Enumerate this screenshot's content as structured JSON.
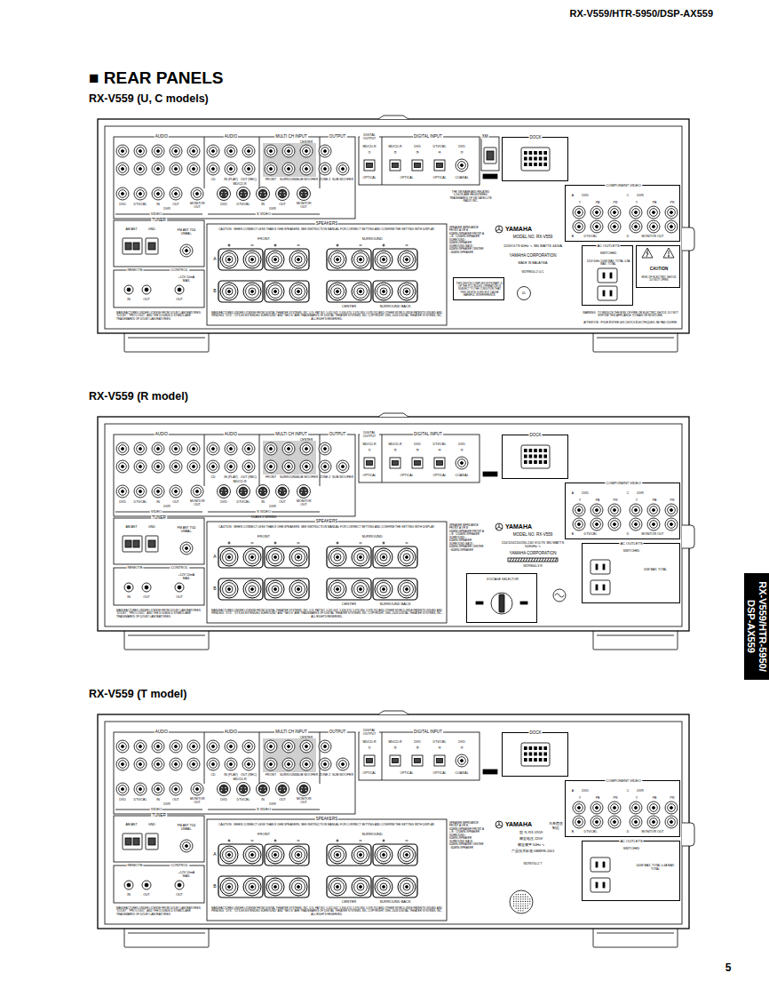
{
  "diagram": {
    "title": "■ REAR PANELS",
    "nodes": [
      {
        "text": [
          "RX-V559 (U, C models)"
        ]
      },
      {
        "text": [
          "DOCK"
        ],
        "in": 0
      },
      {
        "text": [
          "COMPONENT VIDEO",
          "A",
          "DVD",
          "C",
          "DVR",
          "Y",
          "PB",
          "PR",
          "Y",
          "PB",
          "PR",
          "B",
          "DTV/CBL",
          "D",
          "MONITOR OUT"
        ],
        "in": 0
      },
      {
        "text": [
          "AC OUTLETS",
          "SWITCHED",
          "120V 60Hz 100W MAX. TOTAL 0.8A MAX. TOTAL"
        ],
        "in": 0
      },
      {
        "text": [
          "CAUTION",
          "RISK OF ELECTRIC SHOCK DO NOT OPEN"
        ],
        "in": 0
      },
      {
        "text": [
          "THIS DEVICE COMPLIES WITH PART 15 OF THE FCC RULES. OPERATION IS SUBJECT TO THE CONDITION THAT THIS DEVICE DOES NOT CAUSE HARMFUL INTERFERENCE."
        ],
        "in": 0
      },
      {
        "text": [
          "RX-V559 (R model)"
        ]
      },
      {
        "text": [
          "DOCK"
        ],
        "in": 6
      },
      {
        "text": [
          "COMPONENT VIDEO",
          "A",
          "DVD",
          "C",
          "DVR",
          "Y",
          "PB",
          "PR",
          "Y",
          "PB",
          "PR",
          "B",
          "DTV/CBL",
          "D",
          "MONITOR OUT"
        ],
        "in": 6
      },
      {
        "text": [
          "AC OUTLETS",
          "SWITCHED",
          "50W MAX. TOTAL"
        ],
        "in": 6
      },
      {
        "text": [
          "VOLTAGE SELECTOR"
        ],
        "in": 6
      },
      {
        "text": [
          "RX-V559 (T model)"
        ]
      },
      {
        "text": [
          "DOCK"
        ],
        "in": 11
      },
      {
        "text": [
          "COMPONENT VIDEO",
          "A",
          "DVD",
          "C",
          "DVR",
          "Y",
          "PB",
          "PR",
          "Y",
          "PB",
          "PR",
          "B",
          "DTV/CBL",
          "D",
          "MONITOR OUT"
        ],
        "in": 11
      },
      {
        "text": [
          "AC OUTLETS",
          "SWITCHED",
          "100W MAX. TOTAL 0.4A MAX. TOTAL"
        ],
        "in": 11
      },
      {
        "text": [
          "RX-V559/HTR-5950/ DSP-AX559"
        ]
      }
    ],
    "labels": [
      "RX-V559/HTR-5950/DSP-AX559",
      "AUDIO",
      "AUDIO",
      "MULTI CH INPUT",
      "CENTER",
      "OUTPUT",
      "DIGITAL OUTPUT",
      "DIGITAL INPUT",
      "MD/CD-R",
      "①",
      "MD/CD-R",
      "②",
      "DVD",
      "③",
      "DTV/CBL",
      "④",
      "DVD",
      "⑤",
      "OPTICAL",
      "OPTICAL",
      "OPTICAL",
      "COAXIAL",
      "CD",
      "IN (PLAY)",
      "MD/CD-R",
      "OUT (REC)",
      "FRONT",
      "SURROUND",
      "SUB WOOFER",
      "ZONE 2",
      "SUB WOOFER",
      "DVD",
      "DTV/CBL",
      "IN",
      "DVR",
      "OUT",
      "MONITOR OUT",
      "VIDEO",
      "DVD",
      "DTV/CBL",
      "IN",
      "DVR",
      "OUT",
      "MONITOR OUT",
      "S VIDEO",
      "TUNER",
      "AM ANT",
      "GND",
      "FM ANT 75Ω UNBAL.",
      "REMOTE",
      "CONTROL",
      "+12V 10mA MAX.",
      "IN",
      "OUT",
      "OUT",
      "MANUFACTURED UNDER LICENSE FROM DOLBY LABORATORIES. \"DOLBY\", \"PRO LOGIC\", AND THE DOUBLE-D SYMBOL ARE TRADEMARKS OF DOLBY LABORATORIES.",
      "SPEAKERS",
      "CAUTION : WHEN CONNECT LESS THAN 8 OHM SPEAKERS, SEE INSTRUCTION MANUAL FOR CORRECT SETTING AND CONFIRM THE SETTING WITH DISPLAY.",
      "FRONT",
      "SURROUND",
      "A",
      "B",
      "CENTER",
      "SURROUND BACK",
      "MANUFACTURED UNDER LICENSE FROM DIGITAL THEATER SYSTEMS, INC. U.S. PAT NO. 5,451,942; 5,956,674; 5,974,380; 5,978,762 AND OTHER WORLD-WIDE PATENTS ISSUED AND PENDING. \"DTS\", \"DTS-ES EXTENDED SURROUND\" AND \"NEO:6\" ARE TRADEMARKS OF DIGITAL THEATER SYSTEMS, INC. COPYRIGHT 1996, 2003 DIGITAL THEATER SYSTEMS, INC. ALL RIGHTS RESERVED.",
      "SPEAKER IMPEDANCE FRONT A OR B : 6ΩMIN./SPEAKER FRONT A + B : 12ΩMIN./SPEAKER SURROUND : 6ΩMIN./SPEAKER SURROUND BACK : 6ΩMIN./SPEAKER CENTER : 6ΩMIN./SPEAKER",
      "XM",
      "THE XM NAME AND RELATED LOGOS ARE REGISTERED TRADEMARKS OF XM SATELLITE RADIO INC.",
      "YAMAHA",
      "MODEL NO. RX-V559",
      "120VOLTS 60Hz ∿ 380 WATTS 440VA",
      "YAMAHA CORPORATION",
      "MADE IN MALAYSIA",
      "W299650-2 U,C",
      "UL",
      "WARNING : TO REDUCE THE RISK OF FIRE OR ELECTRIC SHOCK, DO NOT EXPOSE THIS APPLIANCE TO RAIN OR MOISTURE.",
      "ATTENTION : POUR ÉVITER LES CHOCS ÉLECTRIQUES, NE PAS OUVRIR.",
      "AUDIO",
      "AUDIO",
      "MULTI CH INPUT",
      "CENTER",
      "OUTPUT",
      "DIGITAL OUTPUT",
      "DIGITAL INPUT",
      "MD/CD-R",
      "①",
      "MD/CD-R",
      "②",
      "DVD",
      "③",
      "DTV/CBL",
      "④",
      "DVD",
      "⑤",
      "OPTICAL",
      "OPTICAL",
      "OPTICAL",
      "COAXIAL",
      "CD",
      "IN (PLAY)",
      "MD/CD-R",
      "OUT (REC)",
      "FRONT",
      "SURROUND",
      "SUB WOOFER",
      "ZONE 2",
      "SUB WOOFER",
      "DVD",
      "DTV/CBL",
      "IN",
      "DVR",
      "OUT",
      "MONITOR OUT",
      "VIDEO",
      "DVD",
      "DTV/CBL",
      "IN",
      "DVR",
      "OUT",
      "MONITOR OUT",
      "S VIDEO",
      "TUNER",
      "AM ANT",
      "GND",
      "FM ANT 75Ω UNBAL.",
      "REMOTE",
      "CONTROL",
      "+12V 10mA MAX.",
      "IN",
      "OUT",
      "OUT",
      "MANUFACTURED UNDER LICENSE FROM DOLBY LABORATORIES. \"DOLBY\", \"PRO LOGIC\", AND THE DOUBLE-D SYMBOL ARE TRADEMARKS OF DOLBY LABORATORIES.",
      "SPEAKERS",
      "CAUTION : WHEN CONNECT LESS THAN 8 OHM SPEAKERS, SEE INSTRUCTION MANUAL FOR CORRECT SETTING AND CONFIRM THE SETTING WITH DISPLAY.",
      "FRONT",
      "SURROUND",
      "A",
      "B",
      "CENTER",
      "SURROUND BACK",
      "MANUFACTURED UNDER LICENSE FROM DIGITAL THEATER SYSTEMS, INC. U.S. PAT NO. 5,451,942; 5,956,674; 5,974,380; 5,978,762 AND OTHER WORLD-WIDE PATENTS ISSUED AND PENDING. \"DTS\", \"DTS-ES EXTENDED SURROUND\" AND \"NEO:6\" ARE TRADEMARKS OF DIGITAL THEATER SYSTEMS, INC. COPYRIGHT 1996, 2003 DIGITAL THEATER SYSTEMS, INC. ALL RIGHTS RESERVED.",
      "SPEAKER IMPEDANCE FRONT A OR B : 6ΩMIN./SPEAKER FRONT A + B : 12ΩMIN./SPEAKER SURROUND : 6ΩMIN./SPEAKER SURROUND BACK : 6ΩMIN./SPEAKER CENTER : 6ΩMIN./SPEAKER",
      "CLASS 2 WIRING",
      "YAMAHA",
      "MODEL NO. RX-V559",
      "110/120/220/230-240 VOLTS 380 WATTS 50/60Hz ∿",
      "YAMAHA CORPORATION",
      "W299660-3 R",
      "AUDIO",
      "AUDIO",
      "MULTI CH INPUT",
      "CENTER",
      "OUTPUT",
      "DIGITAL OUTPUT",
      "DIGITAL INPUT",
      "MD/CD-R",
      "①",
      "MD/CD-R",
      "②",
      "DVD",
      "③",
      "DTV/CBL",
      "④",
      "DVD",
      "⑤",
      "OPTICAL",
      "OPTICAL",
      "OPTICAL",
      "COAXIAL",
      "CD",
      "IN (PLAY)",
      "MD/CD-R",
      "OUT (REC)",
      "FRONT",
      "SURROUND",
      "SUB WOOFER",
      "ZONE 2",
      "SUB WOOFER",
      "DVD",
      "DTV/CBL",
      "IN",
      "DVR",
      "OUT",
      "MONITOR OUT",
      "VIDEO",
      "DVD",
      "DTV/CBL",
      "IN",
      "DVR",
      "OUT",
      "MONITOR OUT",
      "S VIDEO",
      "TUNER",
      "AM ANT",
      "GND",
      "FM ANT 75Ω UNBAL.",
      "REMOTE",
      "CONTROL",
      "+12V 10mA MAX.",
      "IN",
      "OUT",
      "OUT",
      "MANUFACTURED UNDER LICENSE FROM DOLBY LABORATORIES. \"DOLBY\", \"PRO LOGIC\", AND THE DOUBLE-D SYMBOL ARE TRADEMARKS OF DOLBY LABORATORIES.",
      "SPEAKERS",
      "CAUTION : WHEN CONNECT LESS THAN 8 OHM SPEAKERS, SEE INSTRUCTION MANUAL FOR CORRECT SETTING AND CONFIRM THE SETTING WITH DISPLAY.",
      "FRONT",
      "SURROUND",
      "A",
      "B",
      "CENTER",
      "SURROUND BACK",
      "MANUFACTURED UNDER LICENSE FROM DIGITAL THEATER SYSTEMS, INC. U.S. PAT NO. 5,451,942; 5,956,674; 5,974,380; 5,978,762 AND OTHER WORLD-WIDE PATENTS ISSUED AND PENDING. \"DTS\", \"DTS-ES EXTENDED SURROUND\" AND \"NEO:6\" ARE TRADEMARKS OF DIGITAL THEATER SYSTEMS, INC. COPYRIGHT 1996, 2003 DIGITAL THEATER SYSTEMS, INC. ALL RIGHTS RESERVED.",
      "SPEAKER IMPEDANCE FRONT A OR B : 6ΩMIN./SPEAKER FRONT A + B : 12ΩMIN./SPEAKER SURROUND : 6ΩMIN./SPEAKER SURROUND BACK : 6ΩMIN./SPEAKER CENTER : 6ΩMIN./SPEAKER",
      "YAMAHA",
      "马来西亚制造",
      "型 号 RX-V559",
      "额定电压 220V",
      "额定频率 50Hz ∿",
      "产品技术标准 GB8898-2001",
      "W293700-2 T",
      "5"
    ]
  }
}
